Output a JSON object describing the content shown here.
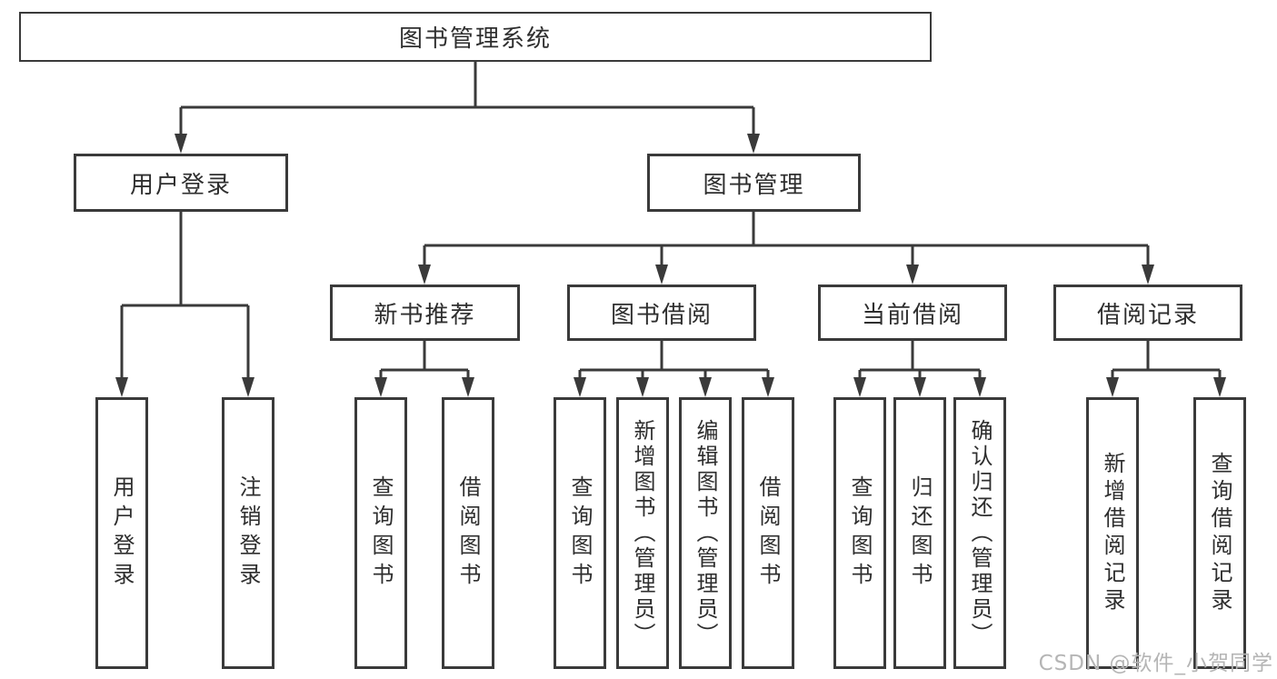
{
  "tree": {
    "root": {
      "label": "图书管理系统",
      "children": [
        {
          "label": "用户登录",
          "children": [
            {
              "label": "用户登录"
            },
            {
              "label": "注销登录"
            }
          ]
        },
        {
          "label": "图书管理",
          "children": [
            {
              "label": "新书推荐",
              "children": [
                {
                  "label": "查询图书"
                },
                {
                  "label": "借阅图书"
                }
              ]
            },
            {
              "label": "图书借阅",
              "children": [
                {
                  "label": "查询图书"
                },
                {
                  "label": "新增图书（管理员）"
                },
                {
                  "label": "编辑图书（管理员）"
                },
                {
                  "label": "借阅图书"
                }
              ]
            },
            {
              "label": "当前借阅",
              "children": [
                {
                  "label": "查询图书"
                },
                {
                  "label": "归还图书"
                },
                {
                  "label": "确认归还（管理员）"
                }
              ]
            },
            {
              "label": "借阅记录",
              "children": [
                {
                  "label": "新增借阅记录"
                },
                {
                  "label": "查询借阅记录"
                }
              ]
            }
          ]
        }
      ]
    }
  },
  "watermark": {
    "text": "CSDN @软件_小贺同学"
  },
  "colors": {
    "line": "#3a3a3a",
    "text": "#2e2e2e",
    "background": "#ffffff",
    "watermark": "#b5b5b5"
  }
}
